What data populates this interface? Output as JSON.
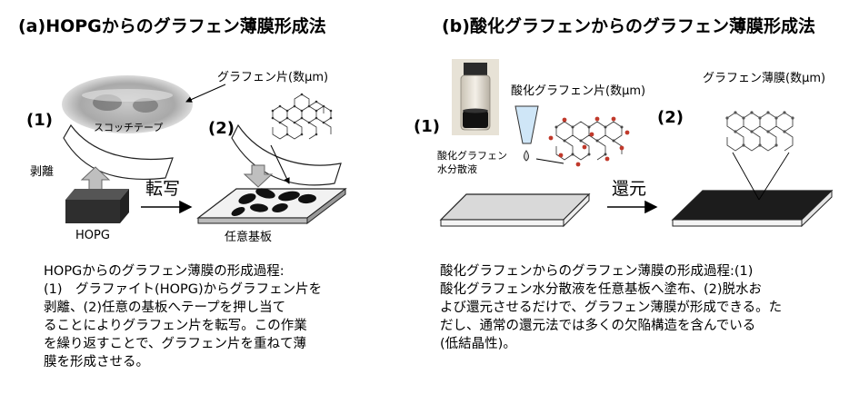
{
  "panel_a": {
    "title": "(a)HOPGからのグラフェン薄膜形成法",
    "tape_label": "スコッチテープ",
    "flake_label": "グラフェン片(数μm)",
    "step1": "(1)",
    "step2": "(2)",
    "peel_label": "剥離",
    "transfer_label": "転写",
    "hopg_label": "HOPG",
    "substrate_label": "任意基板",
    "description": "HOPGからのグラフェン薄膜の形成過程:\n(1)　グラファイト(HOPG)からグラフェン片を\n剥離、(2)任意の基板へテープを押し当て\nることによりグラフェン片を転写。この作業\nを繰り返すことで、グラフェン片を重ねて薄\n膜を形成させる。"
  },
  "panel_b": {
    "title": "(b)酸化グラフェンからのグラフェン薄膜形成法",
    "go_flake_label": "酸化グラフェン片(数μm)",
    "film_label": "グラフェン薄膜(数μm)",
    "step1": "(1)",
    "step2": "(2)",
    "dispersion_label_1": "酸化グラフェン",
    "dispersion_label_2": "水分散液",
    "reduction_label": "還元",
    "description": "酸化グラフェンからのグラフェン薄膜の形成過程:(1)\n酸化グラフェン水分散液を任意基板へ塗布、(2)脱水お\nよび還元させるだけで、グラフェン薄膜が形成できる。た\nだし、通常の還元法では多くの欠陥構造を含んでいる\n(低結晶性)。"
  },
  "colors": {
    "hopg": "#2e2e2e",
    "substrate_a": "#f2f2f2",
    "substrate_b_light": "#d9d9d9",
    "film_dark": "#1c1c1c",
    "flake": "#111111",
    "oxygen_atom": "#c0392b",
    "arrow_gray": "#bfbfbf"
  }
}
